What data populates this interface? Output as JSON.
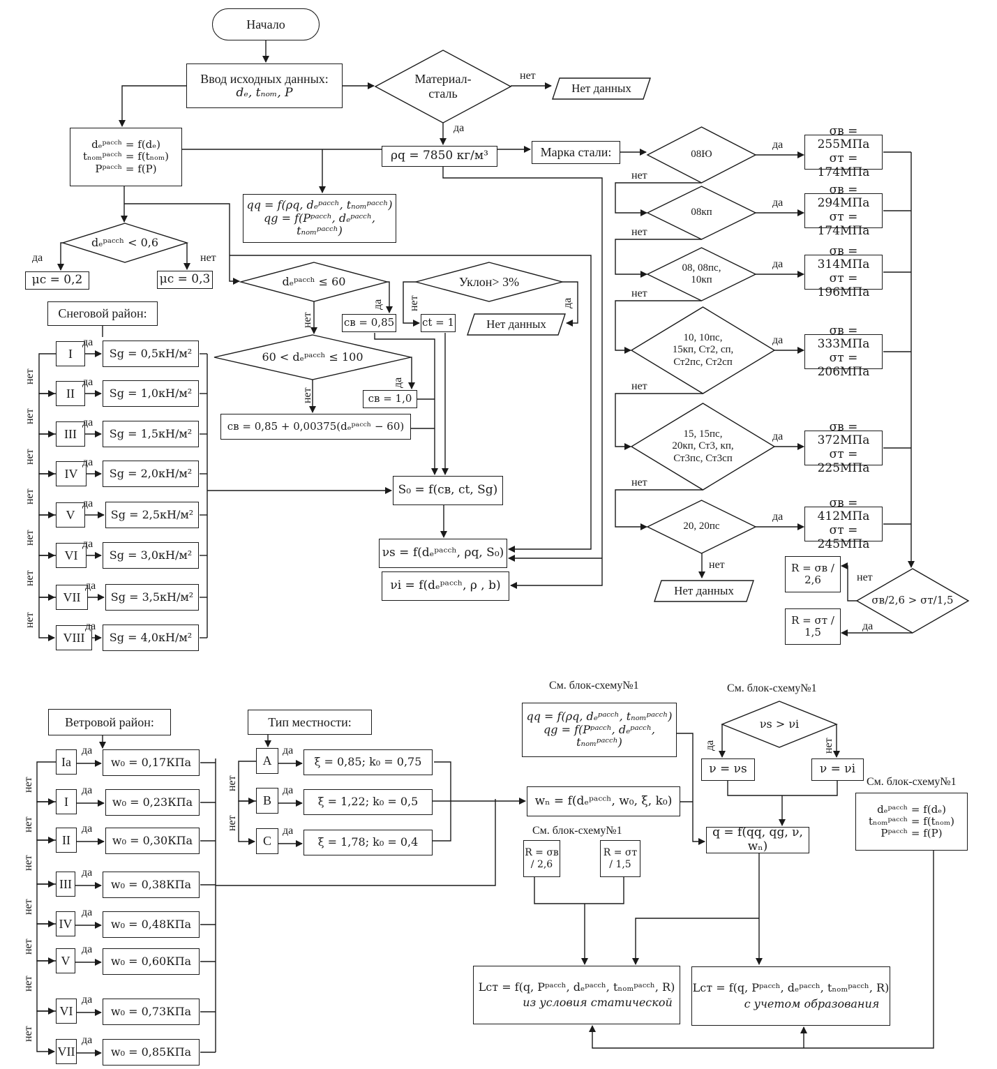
{
  "labels": {
    "yes": "да",
    "no": "нет",
    "see_scheme": "См. блок-схему№1"
  },
  "top": {
    "start": "Начало",
    "input_title": "Ввод исходных данных:",
    "input_vars": "dₑ, tₙₒₘ, P",
    "material_q_line1": "Материал-",
    "material_q_line2": "сталь",
    "no_data": "Нет данных",
    "calc_lines": [
      "dₑᵖᵃᶜᶜʰ = f(dₑ)",
      "tₙₒₘᵖᵃᶜᶜʰ = f(tₙₒₘ)",
      "Pᵖᵃᶜᶜʰ = f(P)"
    ],
    "density": "ρq = 7850 кг/м³",
    "steel_grade": "Марка стали:",
    "loads": [
      "qq = f(ρq, dₑᵖᵃᶜᶜʰ, tₙₒₘᵖᵃᶜᶜʰ)",
      "qg = f(Pᵖᵃᶜᶜʰ, dₑᵖᵃᶜᶜʰ, tₙₒₘᵖᵃᶜᶜʰ)"
    ],
    "mu_condition": "dₑᵖᵃᶜᶜʰ < 0,6",
    "mu_yes": "μc = 0,2",
    "mu_no": "μc = 0,3"
  },
  "steel": {
    "grades": [
      {
        "condition": [
          "08Ю"
        ],
        "sigma_b": "σв = 255МПа",
        "sigma_t": "σт = 174МПа"
      },
      {
        "condition": [
          "08кп"
        ],
        "sigma_b": "σв = 294МПа",
        "sigma_t": "σт = 174МПа"
      },
      {
        "condition": [
          "08, 08пс,",
          "10кп"
        ],
        "sigma_b": "σв = 314МПа",
        "sigma_t": "σт = 196МПа"
      },
      {
        "condition": [
          "10, 10пс,",
          "15кп, Ст2, сп,",
          "Ст2пс, Ст2сп"
        ],
        "sigma_b": "σв = 333МПа",
        "sigma_t": "σт = 206МПа"
      },
      {
        "condition": [
          "15, 15пс,",
          "20кп, Ст3, кп,",
          "Ст3пс, Ст3сп"
        ],
        "sigma_b": "σв = 372МПа",
        "sigma_t": "σт = 225МПа"
      },
      {
        "condition": [
          "20, 20пс"
        ],
        "sigma_b": "σв = 412МПа",
        "sigma_t": "σт = 245МПа"
      }
    ],
    "compare": "σв/2,6 > σт/1,5",
    "r_b": "R = σв / 2,6",
    "r_t": "R = σт / 1,5"
  },
  "snow": {
    "title": "Снеговой район:",
    "regions": [
      {
        "name": "I",
        "value": "Sg = 0,5кН/м²"
      },
      {
        "name": "II",
        "value": "Sg = 1,0кН/м²"
      },
      {
        "name": "III",
        "value": "Sg = 1,5кН/м²"
      },
      {
        "name": "IV",
        "value": "Sg = 2,0кН/м²"
      },
      {
        "name": "V",
        "value": "Sg = 2,5кН/м²"
      },
      {
        "name": "VI",
        "value": "Sg = 3,0кН/м²"
      },
      {
        "name": "VII",
        "value": "Sg = 3,5кН/м²"
      },
      {
        "name": "VIII",
        "value": "Sg = 4,0кН/м²"
      }
    ]
  },
  "coef": {
    "cond1": "dₑᵖᵃᶜᶜʰ ≤ 60",
    "cv1": "cв = 0,85",
    "cond2": "60 < dₑᵖᵃᶜᶜʰ ≤ 100",
    "cv2": "cв = 1,0",
    "cv3": "cв = 0,85 + 0,00375(dₑᵖᵃᶜᶜʰ − 60)",
    "slope": "Уклон> 3%",
    "ct": "ct = 1",
    "s0": "S₀ = f(cв, ct, Sg)",
    "vs": "νs = f(dₑᵖᵃᶜᶜʰ, ρq, S₀)",
    "vi": "νi = f(dₑᵖᵃᶜᶜʰ, ρ  , b)"
  },
  "wind": {
    "title": "Ветровой район:",
    "regions": [
      {
        "name": "Ia",
        "value": "w₀ = 0,17КПа"
      },
      {
        "name": "I",
        "value": "w₀ = 0,23КПа"
      },
      {
        "name": "II",
        "value": "w₀ = 0,30КПа"
      },
      {
        "name": "III",
        "value": "w₀ = 0,38КПа"
      },
      {
        "name": "IV",
        "value": "w₀ = 0,48КПа"
      },
      {
        "name": "V",
        "value": "w₀ = 0,60КПа"
      },
      {
        "name": "VI",
        "value": "w₀ = 0,73КПа"
      },
      {
        "name": "VII",
        "value": "w₀ = 0,85КПа"
      }
    ]
  },
  "terrain": {
    "title": "Тип местности:",
    "types": [
      {
        "name": "A",
        "value": "ξ = 0,85;  k₀ = 0,75"
      },
      {
        "name": "B",
        "value": "ξ = 1,22;  k₀ = 0,5"
      },
      {
        "name": "C",
        "value": "ξ = 1,78;  k₀ = 0,4"
      }
    ]
  },
  "bottom": {
    "wn": "wₙ = f(dₑᵖᵃᶜᶜʰ, w₀, ξ, k₀)",
    "loads": [
      "qq = f(ρq, dₑᵖᵃᶜᶜʰ, tₙₒₘᵖᵃᶜᶜʰ)",
      "qg = f(Pᵖᵃᶜᶜʰ, dₑᵖᵃᶜᶜʰ, tₙₒₘᵖᵃᶜᶜʰ)"
    ],
    "v_cond": "νs > νi",
    "v_s": "ν = νs",
    "v_i": "ν = νi",
    "calc_lines": [
      "dₑᵖᵃᶜᶜʰ = f(dₑ)",
      "tₙₒₘᵖᵃᶜᶜʰ = f(tₙₒₘ)",
      "Pᵖᵃᶜᶜʰ = f(P)"
    ],
    "q": "q = f(qq, qg, ν, wₙ)",
    "r_b": "R = σв / 2,6",
    "r_t": "R = σт / 1,5",
    "l_static": "Lст = f(q, Pᵖᵃᶜᶜʰ, dₑᵖᵃᶜᶜʰ, tₙₒₘᵖᵃᶜᶜʰ, R)",
    "l_static_note": "из условия статической",
    "l_form": "Lст = f(q, Pᵖᵃᶜᶜʰ, dₑᵖᵃᶜᶜʰ, tₙₒₘᵖᵃᶜᶜʰ, R)",
    "l_form_note": "с учетом образования"
  }
}
